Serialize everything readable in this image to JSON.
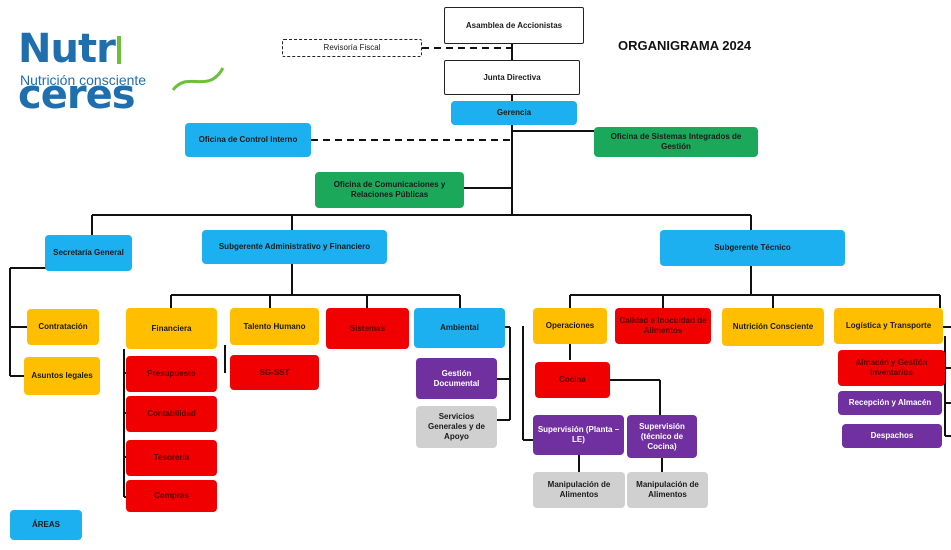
{
  "logo": {
    "brand": "Nutriceres",
    "brand_part1": "Nutr",
    "brand_part2": "ceres",
    "tagline": "Nutrición consciente"
  },
  "title": "ORGANIGRAMA 2024",
  "nodes": {
    "asamblea": "Asamblea de Accionistas",
    "revisoria": "Revisoría Fiscal",
    "junta": "Junta Directiva",
    "gerencia": "Gerencia",
    "control_interno": "Oficina de Control Interno",
    "sistemas_integrados": "Oficina de Sistemas Integrados de Gestión",
    "comunicaciones": "Oficina de Comunicaciones y Relaciones Públicas",
    "secretaria": "Secretaría General",
    "sub_admin": "Subgerente Administrativo y Financiero",
    "sub_tecnico": "Subgerente Técnico",
    "contratacion": "Contratación",
    "asuntos": "Asuntos legales",
    "financiera": "Financiera",
    "talento": "Talento Humano",
    "sistemas": "Sistemas",
    "ambiental": "Ambiental",
    "presupuesto": "Presupuesto",
    "contabilidad": "Contabilidad",
    "tesoreria": "Tesorería",
    "compras": "Compras",
    "sgsst": "SG-SST",
    "gestion_doc": "Gestión Documental",
    "servicios": "Servicios Generales y de Apoyo",
    "operaciones": "Operaciones",
    "calidad": "Calidad e Inocuidad de Alimentos",
    "nutricion": "Nutrición Consciente",
    "logistica": "Logística y Transporte",
    "cocina": "Cocina",
    "sup_planta": "Supervisión (Planta – LE)",
    "sup_cocina": "Supervisión (técnico de Cocina)",
    "manip1": "Manipulación de Alimentos",
    "manip2": "Manipulación de Alimentos",
    "almacen_gestion": "Almacén y Gestión Inventarios",
    "recepcion": "Recepción y Almacén",
    "despachos": "Despachos"
  },
  "legend": {
    "areas": "ÁREAS"
  },
  "colors": {
    "blue": "#1cb0f0",
    "green": "#1ca85a",
    "yellow": "#ffbf00",
    "red": "#f00000",
    "purple": "#7030a0",
    "gray": "#d0d0d0",
    "logo_blue": "#1f6fae",
    "logo_green": "#6cbf3a"
  }
}
